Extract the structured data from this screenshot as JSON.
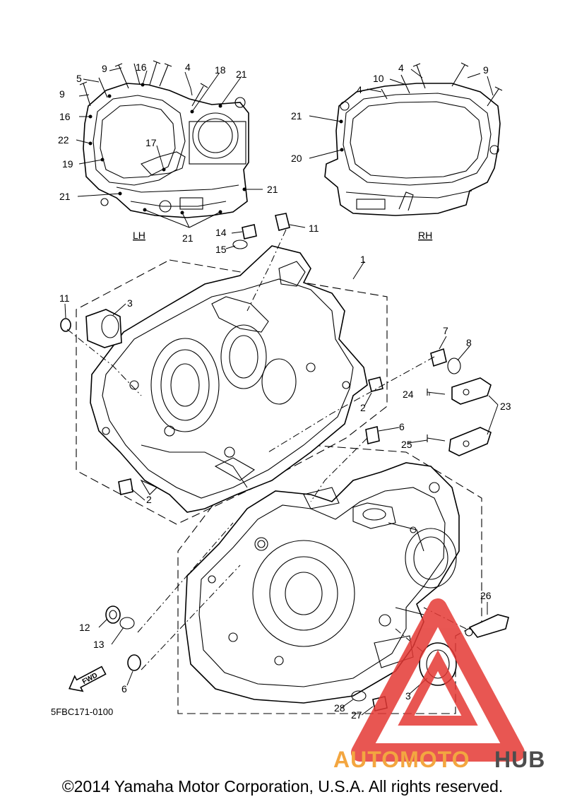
{
  "diagram": {
    "side_labels": {
      "left": "LH",
      "right": "RH"
    },
    "diagram_code": "5FBC171-0100",
    "fwd_label": "FWD",
    "callouts": {
      "c9a": "9",
      "c16a": "16",
      "c4a": "4",
      "c5": "5",
      "c18": "18",
      "c21a": "21",
      "c9b": "9",
      "c16b": "16",
      "c22": "22",
      "c19": "19",
      "c17": "17",
      "c21b": "21",
      "c21c": "21",
      "c21d": "21",
      "c4b": "4",
      "c9c": "9",
      "c10": "10",
      "c4c": "4",
      "c21e": "21",
      "c20": "20",
      "c14": "14",
      "c11a": "11",
      "c15": "15",
      "c1": "1",
      "c11b": "11",
      "c3a": "3",
      "c7": "7",
      "c8": "8",
      "c24": "24",
      "c23": "23",
      "c2a": "2",
      "c6a": "6",
      "c25": "25",
      "c2b": "2",
      "c26": "26",
      "c12": "12",
      "c13": "13",
      "c6b": "6",
      "c3b": "3",
      "c28": "28",
      "c27": "27"
    }
  },
  "watermark": {
    "part1": "AUTOMOTO",
    "part2": "HUB",
    "accent": "#f3a640",
    "dark": "#4d4d4d",
    "red": "#e53935"
  },
  "footer": {
    "copyright": "©2014 Yamaha Motor Corporation, U.S.A. All rights reserved."
  }
}
